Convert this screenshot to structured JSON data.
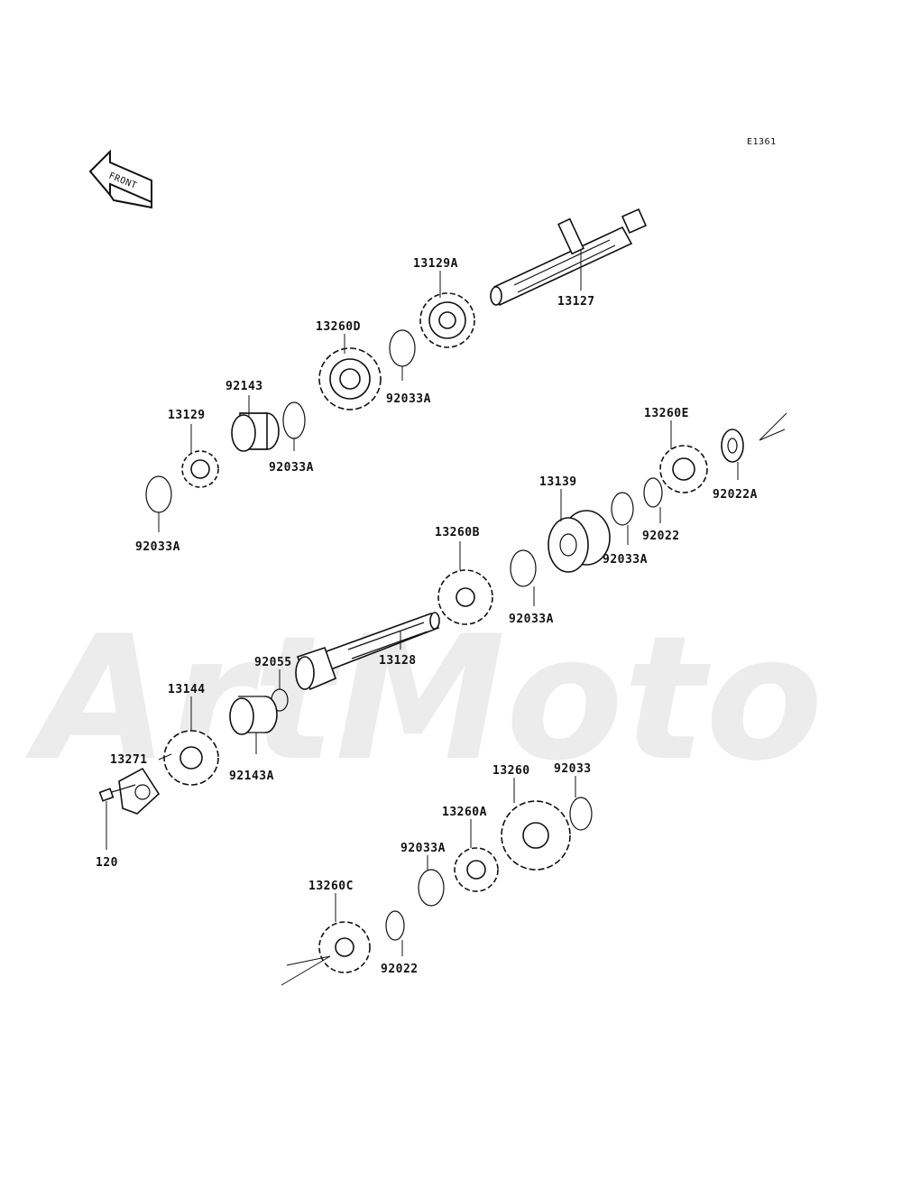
{
  "ref_code": "E1361",
  "front_label": "FRONT",
  "watermark": "ArtMoto",
  "parts": [
    {
      "id": "13127"
    },
    {
      "id": "13129A"
    },
    {
      "id": "13260D"
    },
    {
      "id": "92033A"
    },
    {
      "id": "92143"
    },
    {
      "id": "13129"
    },
    {
      "id": "92033A"
    },
    {
      "id": "92033A"
    },
    {
      "id": "13260E"
    },
    {
      "id": "92022A"
    },
    {
      "id": "13139"
    },
    {
      "id": "92022"
    },
    {
      "id": "92033A"
    },
    {
      "id": "13260B"
    },
    {
      "id": "92033A"
    },
    {
      "id": "92055"
    },
    {
      "id": "13128"
    },
    {
      "id": "13144"
    },
    {
      "id": "13271"
    },
    {
      "id": "92143A"
    },
    {
      "id": "120"
    },
    {
      "id": "13260"
    },
    {
      "id": "92033"
    },
    {
      "id": "13260A"
    },
    {
      "id": "92033A"
    },
    {
      "id": "13260C"
    },
    {
      "id": "92022"
    }
  ]
}
